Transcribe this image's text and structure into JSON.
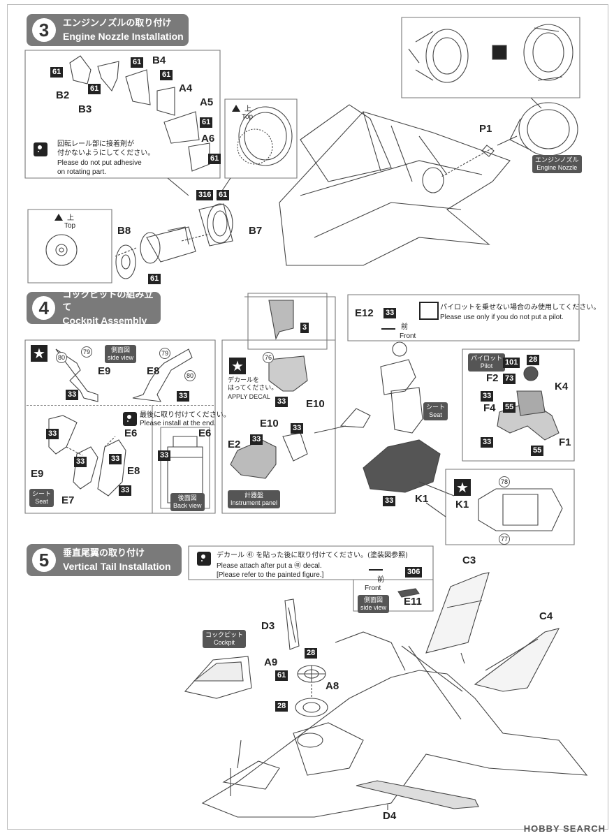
{
  "steps": [
    {
      "num": "3",
      "jp": "エンジンノズルの取り付け",
      "en": "Engine Nozzle Installation"
    },
    {
      "num": "4",
      "jp": "コックピットの組み立て",
      "en": "Cockpit Assembly"
    },
    {
      "num": "5",
      "jp": "垂直尾翼の取り付け",
      "en": "Vertical Tail Installation"
    }
  ],
  "s3": {
    "glue_jp": "回転レール部に接着剤が\n付かないようにしてください。",
    "glue_en": "Please do not put adhesive\non rotating part.",
    "top_jp": "上",
    "top_en": "Top",
    "nozzle_jp": "エンジンノズル",
    "nozzle_en": "Engine Nozzle",
    "parts": [
      "B2",
      "B3",
      "B4",
      "A4",
      "A5",
      "A6",
      "B8",
      "B7",
      "P1"
    ],
    "paint": [
      "61",
      "316"
    ]
  },
  "s4": {
    "pilot_note_jp": "パイロットを乗せない場合のみ使用してください。",
    "pilot_note_en": "Please use only if you do not put a pilot.",
    "front_jp": "前",
    "front_en": "Front",
    "side_jp": "側面図",
    "side_en": "side view",
    "back_jp": "後面図",
    "back_en": "Back view",
    "install_end_jp": "最後に取り付けてください。",
    "install_end_en": "Please install at the end.",
    "seat_jp": "シート",
    "seat_en": "Seat",
    "decal_jp": "デカールを\nはってください。",
    "decal_en": "APPLY DECAL",
    "panel_jp": "計器盤",
    "panel_en": "Instrument panel",
    "pilot_jp": "パイロット",
    "pilot_en": "Pilot",
    "parts": [
      "E9",
      "E8",
      "E6",
      "E7",
      "E10",
      "E2",
      "E12",
      "K1",
      "K4",
      "F2",
      "F4",
      "F1"
    ],
    "paint": [
      "33",
      "3",
      "101",
      "28",
      "73",
      "55"
    ],
    "decals": [
      "79",
      "80",
      "76",
      "78",
      "77"
    ]
  },
  "s5": {
    "note_jp": "デカール ㊶ を貼った後に取り付けてください。(塗装図参照)",
    "note_en1": "Please attach after put a ㊶ decal.",
    "note_en2": "[Please refer to the painted figure.]",
    "cockpit_jp": "コックピット",
    "cockpit_en": "Cockpit",
    "front_jp": "前",
    "front_en": "Front",
    "side_jp": "側面図",
    "side_en": "side view",
    "parts": [
      "C3",
      "C4",
      "D3",
      "A9",
      "A8",
      "E11",
      "D4"
    ],
    "paint": [
      "306",
      "28",
      "61"
    ]
  },
  "footer": {
    "watermark": "HOBBY SEARCH"
  }
}
